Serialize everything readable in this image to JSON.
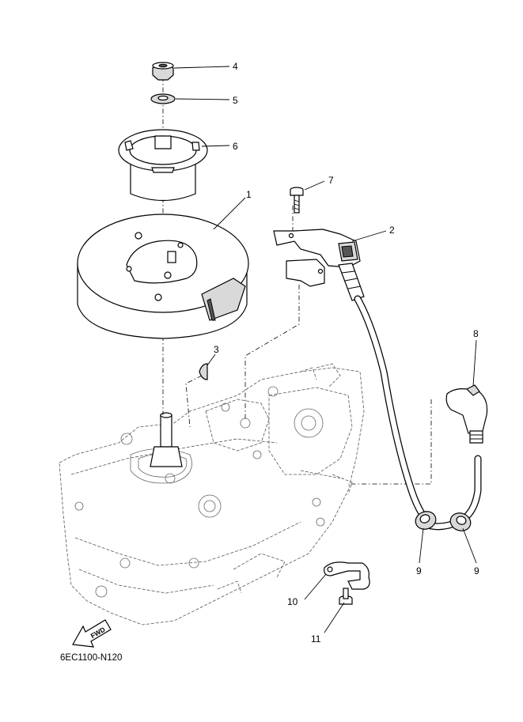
{
  "diagram": {
    "code": "6EC1100-N120",
    "fwd_label": "FWD",
    "callouts": [
      {
        "id": "c4",
        "text": "4"
      },
      {
        "id": "c5",
        "text": "5"
      },
      {
        "id": "c6",
        "text": "6"
      },
      {
        "id": "c1",
        "text": "1"
      },
      {
        "id": "c7",
        "text": "7"
      },
      {
        "id": "c2",
        "text": "2"
      },
      {
        "id": "c3",
        "text": "3"
      },
      {
        "id": "c8",
        "text": "8"
      },
      {
        "id": "c9a",
        "text": "9"
      },
      {
        "id": "c9b",
        "text": "9"
      },
      {
        "id": "c10",
        "text": "10"
      },
      {
        "id": "c11",
        "text": "11"
      }
    ]
  }
}
